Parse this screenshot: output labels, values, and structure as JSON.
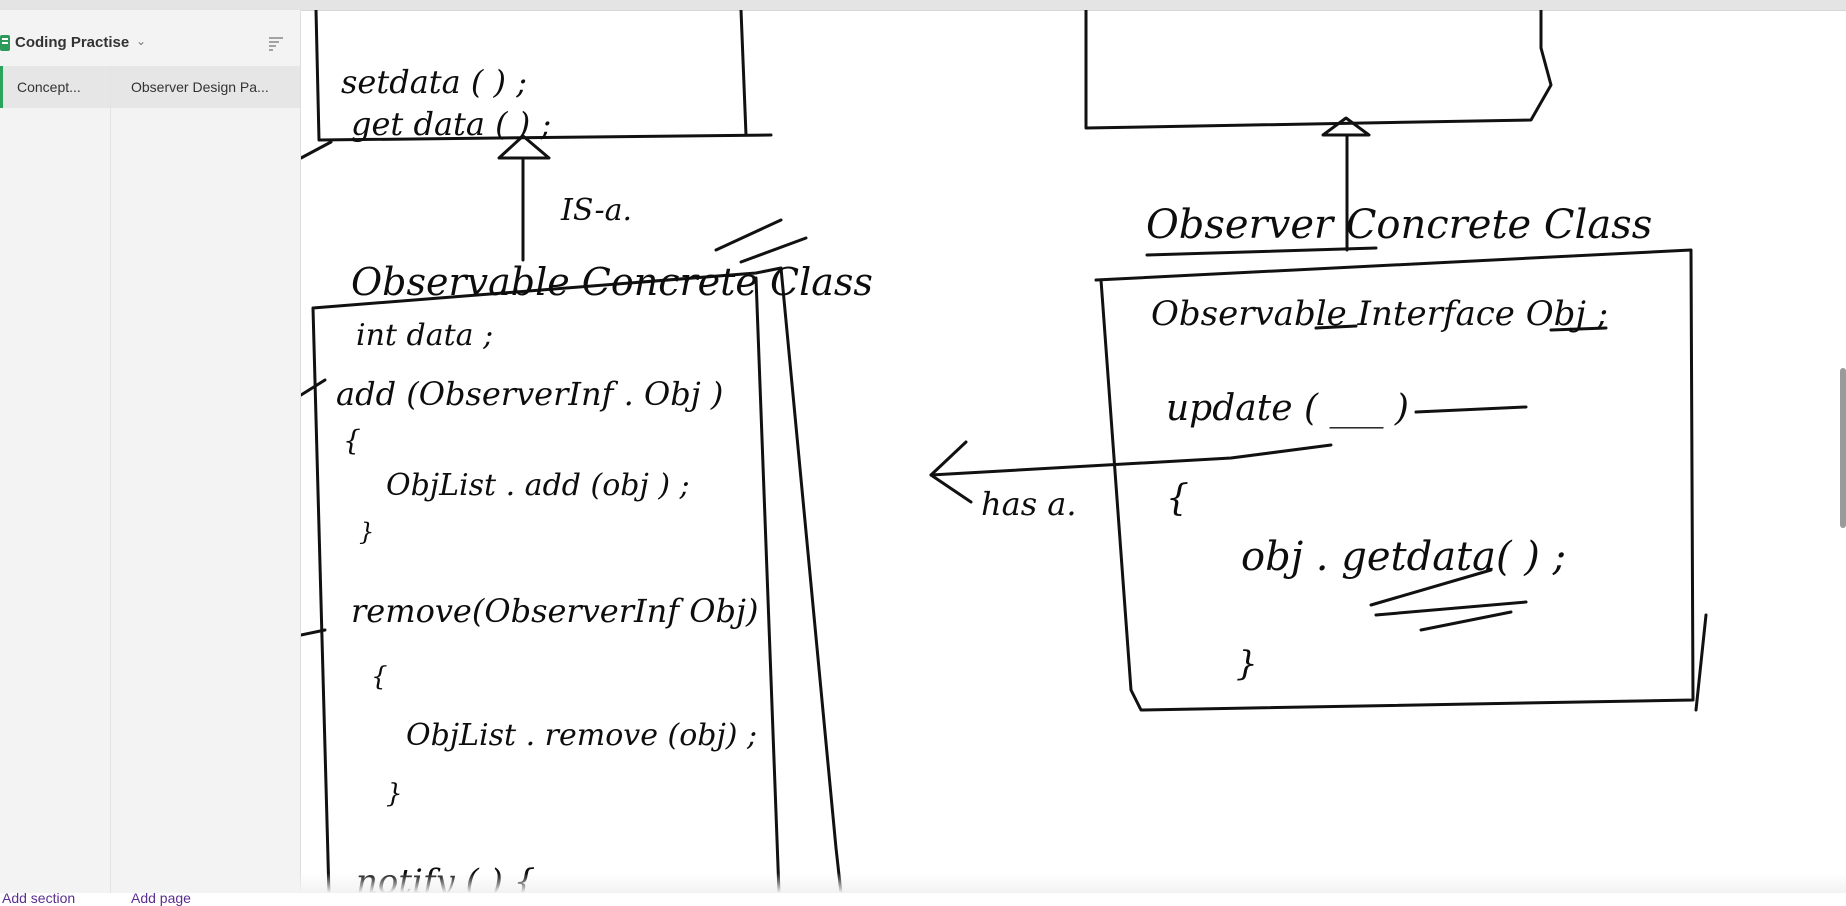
{
  "notebook": {
    "title": "Coding Practise",
    "section_tab": "Concept...",
    "page_tab": "Observer  Design Pa...",
    "add_section": "Add section",
    "add_page": "Add page"
  },
  "drawing": {
    "left_box": {
      "methods": [
        "setdata ( ) ;",
        "get data ( ) ;"
      ]
    },
    "is_a_label": "IS-a.",
    "observable_concrete": {
      "title": "Observable Concrete Class",
      "lines": [
        "int data ;",
        "add (ObserverInf . Obj )",
        "{",
        "ObjList . add (obj ) ;",
        "}",
        "remove(ObserverInf Obj)",
        "{",
        "ObjList . remove (obj) ;",
        "}",
        "notify ( ) {"
      ]
    },
    "has_a_label": "has a.",
    "observer_concrete": {
      "title": "Observer Concrete Class",
      "lines": [
        "Observable Interface Obj ;",
        "update ( ___ )",
        "{",
        "obj . getdata( ) ;",
        "}"
      ]
    }
  }
}
